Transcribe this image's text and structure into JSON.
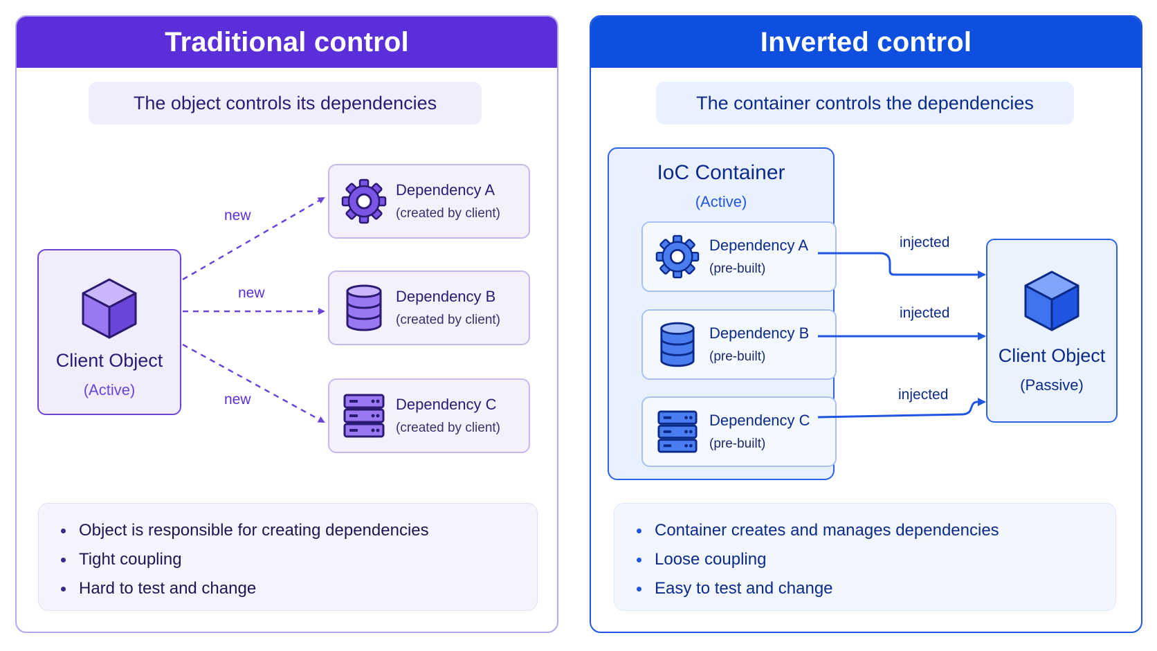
{
  "colors": {
    "traditional_accent": "#5a2ed8",
    "inverted_accent": "#0f4fe0"
  },
  "traditional": {
    "title": "Traditional control",
    "subtitle": "The object controls its dependencies",
    "client": {
      "name": "Client Object",
      "state": "(Active)",
      "icon": "cube-icon"
    },
    "dependencies": [
      {
        "name": "Dependency A",
        "note": "(created by client)",
        "icon": "gear-icon"
      },
      {
        "name": "Dependency B",
        "note": "(created by client)",
        "icon": "database-icon"
      },
      {
        "name": "Dependency C",
        "note": "(created by client)",
        "icon": "server-icon"
      }
    ],
    "edges": [
      {
        "label": "new",
        "from": "Client Object",
        "to": "Dependency A"
      },
      {
        "label": "new",
        "from": "Client Object",
        "to": "Dependency B"
      },
      {
        "label": "new",
        "from": "Client Object",
        "to": "Dependency C"
      }
    ],
    "bullets": [
      "Object is responsible for creating dependencies",
      "Tight coupling",
      "Hard to test and change"
    ]
  },
  "inverted": {
    "title": "Inverted control",
    "subtitle": "The container controls the dependencies",
    "container": {
      "title": "IoC Container",
      "state": "(Active)"
    },
    "dependencies": [
      {
        "name": "Dependency A",
        "note": "(pre-built)",
        "icon": "gear-icon"
      },
      {
        "name": "Dependency B",
        "note": "(pre-built)",
        "icon": "database-icon"
      },
      {
        "name": "Dependency C",
        "note": "(pre-built)",
        "icon": "server-icon"
      }
    ],
    "client": {
      "name": "Client Object",
      "state": "(Passive)",
      "icon": "cube-icon"
    },
    "edges": [
      {
        "label": "injected",
        "from": "Dependency A",
        "to": "Client Object"
      },
      {
        "label": "injected",
        "from": "Dependency B",
        "to": "Client Object"
      },
      {
        "label": "injected",
        "from": "Dependency C",
        "to": "Client Object"
      }
    ],
    "bullets": [
      "Container creates and manages dependencies",
      "Loose coupling",
      "Easy to test and change"
    ]
  }
}
